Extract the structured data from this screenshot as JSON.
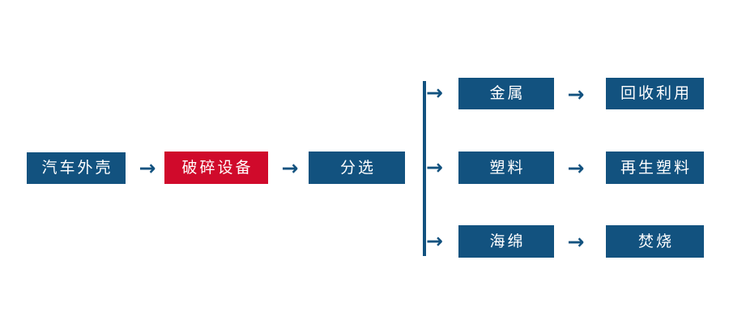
{
  "diagram": {
    "title": "",
    "background_color": "#ffffff",
    "colors": {
      "primary_blue": "#12527F",
      "highlight_red": "#D00A2B",
      "node_text": "#ffffff",
      "connector": "#12527F"
    },
    "nodes": {
      "input": "汽车外壳",
      "shredder": "破碎设备",
      "sorting": "分选",
      "metal": "金属",
      "metal_output": "回收利用",
      "plastic": "塑料",
      "plastic_output": "再生塑料",
      "sponge": "海绵",
      "sponge_output": "焚烧"
    },
    "connectors": {
      "arrow_glyph": "→",
      "arrow_input_to_shredder": "→",
      "arrow_shredder_to_sorting": "→",
      "arrow_branch_metal": "→",
      "arrow_branch_plastic": "→",
      "arrow_branch_sponge": "→",
      "arrow_metal_to_output": "→",
      "arrow_plastic_to_output": "→",
      "arrow_sponge_to_output": "→"
    }
  }
}
